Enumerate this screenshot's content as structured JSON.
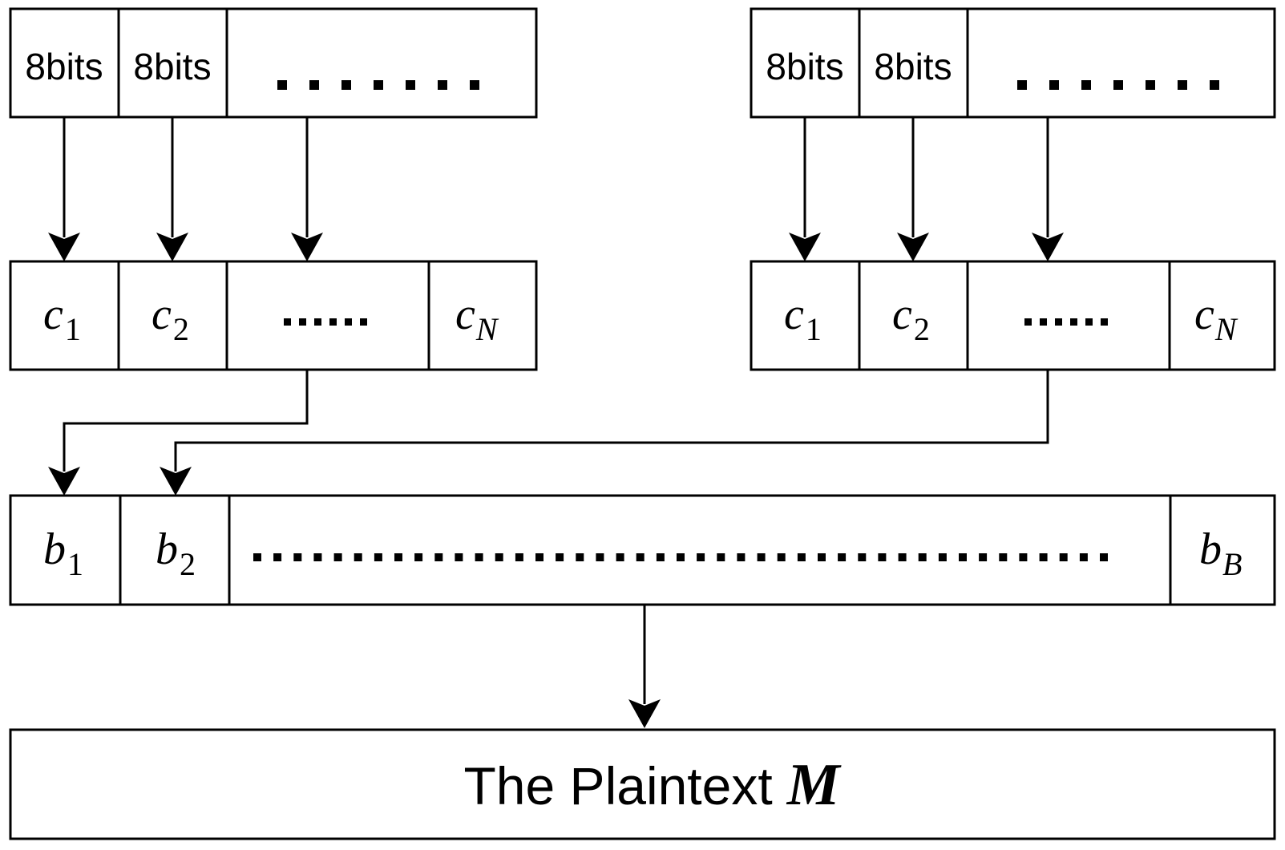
{
  "byte_rows": [
    {
      "cells": [
        "8bits",
        "8bits",
        ". . . . . . . ."
      ]
    },
    {
      "cells": [
        "8bits",
        "8bits",
        ". . . . . . . ."
      ]
    }
  ],
  "char_rows": [
    {
      "cells": [
        {
          "base": "c",
          "sub": "1"
        },
        {
          "base": "c",
          "sub": "2"
        },
        {
          "dots": "......"
        },
        {
          "base": "c",
          "sub": "N"
        }
      ]
    },
    {
      "cells": [
        {
          "base": "c",
          "sub": "1"
        },
        {
          "base": "c",
          "sub": "2"
        },
        {
          "dots": "......"
        },
        {
          "base": "c",
          "sub": "N"
        }
      ]
    }
  ],
  "block_row": {
    "cells": [
      {
        "base": "b",
        "sub": "1"
      },
      {
        "base": "b",
        "sub": "2"
      },
      {
        "dots": "..........................................."
      },
      {
        "base": "b",
        "sub": "B"
      }
    ]
  },
  "output": {
    "label": "The Plaintext",
    "symbol": "M"
  }
}
